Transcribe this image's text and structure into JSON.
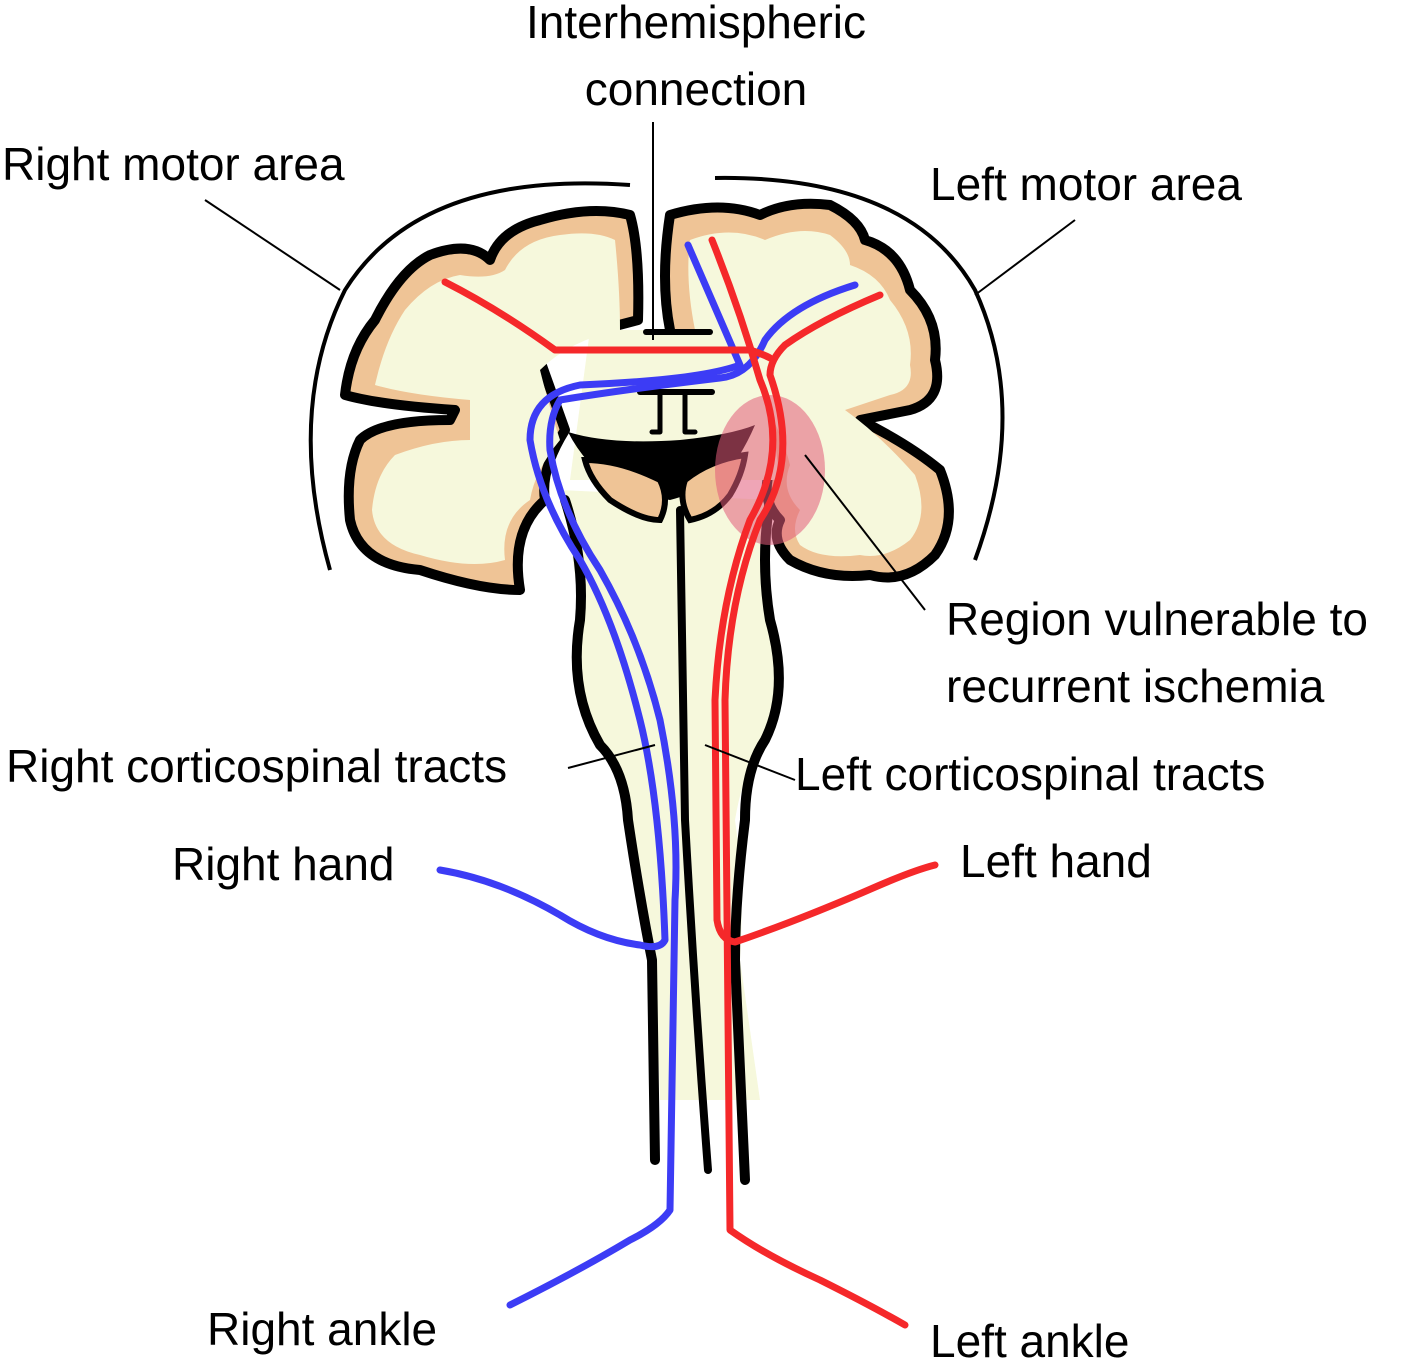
{
  "title": "Corticospinal tracts and region vulnerable to recurrent ischemia",
  "colors": {
    "right_tract": "#3c3cf5",
    "left_tract": "#f5282a",
    "cortex": "#efc496",
    "white_matter": "#f6f8dc",
    "ischemia": "#e25b7a",
    "outline": "#000000"
  },
  "labels": {
    "interhemispheric_line1": "Interhemispheric",
    "interhemispheric_line2": "connection",
    "right_motor_area": "Right motor area",
    "left_motor_area": "Left motor area",
    "region_line1": "Region vulnerable to",
    "region_line2": "recurrent ischemia",
    "right_corticospinal": "Right corticospinal tracts",
    "left_corticospinal": "Left corticospinal tracts",
    "right_hand": "Right hand",
    "left_hand": "Left hand",
    "right_ankle": "Right ankle",
    "left_ankle": "Left ankle"
  }
}
